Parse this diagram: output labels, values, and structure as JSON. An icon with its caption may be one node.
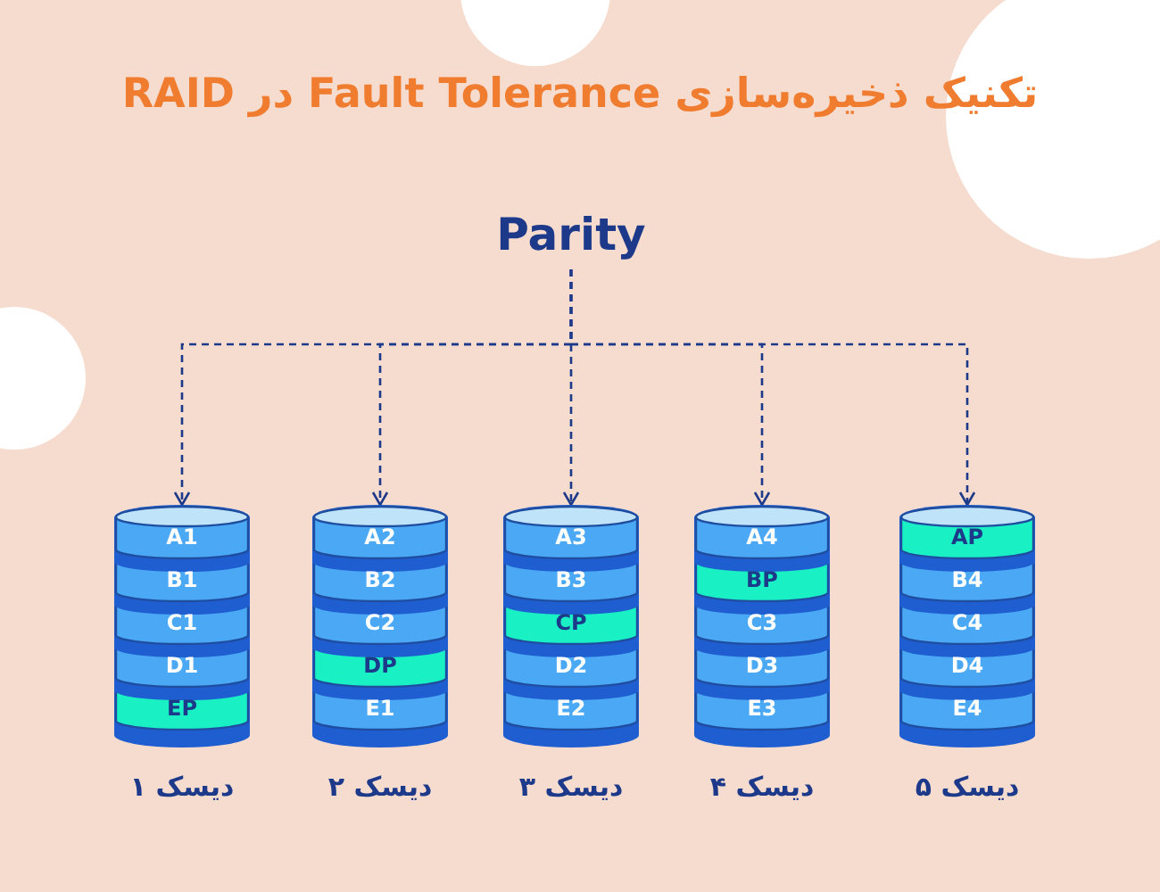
{
  "diagram": {
    "title": "تکنیک ذخیره‌سازی Fault Tolerance در RAID",
    "nodes": [
      {
        "text": [
          "Parity"
        ]
      },
      {
        "text": [],
        "shape": "cylinder",
        "beside": [
          "دیسک ۱"
        ]
      },
      {
        "text": [
          "A1"
        ],
        "in": 1
      },
      {
        "text": [
          "B1"
        ],
        "in": 1
      },
      {
        "text": [
          "C1"
        ],
        "in": 1
      },
      {
        "text": [
          "D1"
        ],
        "in": 1
      },
      {
        "text": [
          "EP"
        ],
        "in": 1
      },
      {
        "text": [],
        "shape": "cylinder",
        "beside": [
          "دیسک ۲"
        ]
      },
      {
        "text": [
          "A2"
        ],
        "in": 7
      },
      {
        "text": [
          "B2"
        ],
        "in": 7
      },
      {
        "text": [
          "C2"
        ],
        "in": 7
      },
      {
        "text": [
          "DP"
        ],
        "in": 7
      },
      {
        "text": [
          "E1"
        ],
        "in": 7
      },
      {
        "text": [],
        "shape": "cylinder",
        "beside": [
          "دیسک ۳"
        ]
      },
      {
        "text": [
          "A3"
        ],
        "in": 13
      },
      {
        "text": [
          "B3"
        ],
        "in": 13
      },
      {
        "text": [
          "CP"
        ],
        "in": 13
      },
      {
        "text": [
          "D2"
        ],
        "in": 13
      },
      {
        "text": [
          "E2"
        ],
        "in": 13
      },
      {
        "text": [],
        "shape": "cylinder",
        "beside": [
          "دیسک ۴"
        ]
      },
      {
        "text": [
          "A4"
        ],
        "in": 19
      },
      {
        "text": [
          "BP"
        ],
        "in": 19
      },
      {
        "text": [
          "C3"
        ],
        "in": 19
      },
      {
        "text": [
          "D3"
        ],
        "in": 19
      },
      {
        "text": [
          "E3"
        ],
        "in": 19
      },
      {
        "text": [],
        "shape": "cylinder",
        "beside": [
          "دیسک ۵"
        ]
      },
      {
        "text": [
          "AP"
        ],
        "in": 25
      },
      {
        "text": [
          "B4"
        ],
        "in": 25
      },
      {
        "text": [
          "C4"
        ],
        "in": 25
      },
      {
        "text": [
          "D4"
        ],
        "in": 25
      },
      {
        "text": [
          "E4"
        ],
        "in": 25
      }
    ],
    "edges": [
      {
        "from": 0,
        "to": 1,
        "arrow": "to",
        "style": "dashed"
      },
      {
        "from": 0,
        "to": 7,
        "arrow": "to",
        "style": "dashed"
      },
      {
        "from": 0,
        "to": 13,
        "arrow": "to",
        "style": "dashed"
      },
      {
        "from": 0,
        "to": 19,
        "arrow": "to",
        "style": "dashed"
      },
      {
        "from": 0,
        "to": 25,
        "arrow": "to",
        "style": "dashed"
      }
    ]
  }
}
